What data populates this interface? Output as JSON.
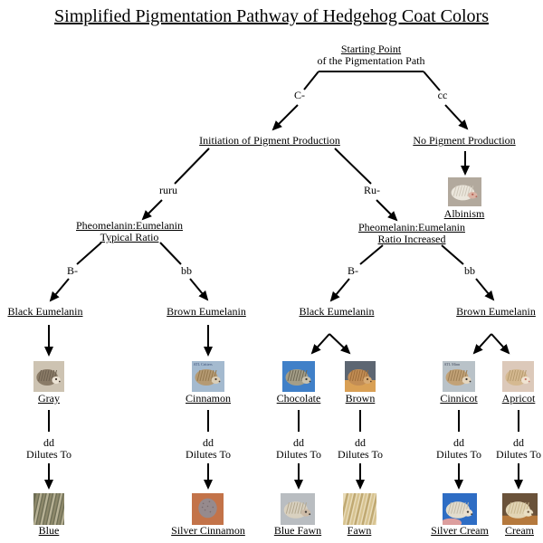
{
  "title": "Simplified Pigmentation Pathway of Hedgehog Coat Colors",
  "nodes": {
    "starting_point_line1": "Starting Point",
    "starting_point_line2": "of the Pigmentation Path",
    "gene_c": "C-",
    "gene_cc": "cc",
    "initiation": "Initiation of Pigment Production",
    "no_pigment": "No Pigment Production",
    "albinism": "Albinism",
    "gene_ruru": "ruru",
    "gene_ru": "Ru-",
    "pheo_typical_line1": "Pheomelanin:Eumelanin",
    "pheo_typical_line2": "Typical Ratio",
    "pheo_increased_line1": "Pheomelanin:Eumelanin",
    "pheo_increased_line2": "Ratio Increased",
    "gene_b_left": "B-",
    "gene_bb_left": "bb",
    "gene_b_right": "B-",
    "gene_bb_right": "bb",
    "black_eumelanin_left": "Black Eumelanin",
    "brown_eumelanin_left": "Brown Eumelanin",
    "black_eumelanin_right": "Black Eumelanin",
    "brown_eumelanin_right": "Brown Eumelanin",
    "gene_dd": "dd",
    "dilutes_to": "Dilutes To"
  },
  "coat_colors": {
    "gray": "Gray",
    "cinnamon": "Cinnamon",
    "chocolate": "Chocolate",
    "brown": "Brown",
    "cinnicot": "Cinnicot",
    "apricot": "Apricot",
    "blue": "Blue",
    "silver_cinnamon": "Silver Cinnamon",
    "blue_fawn": "Blue Fawn",
    "fawn": "Fawn",
    "silver_cream": "Silver Cream",
    "cream": "Cream"
  },
  "thumbs": {
    "albino": {
      "variant": "hedgehog",
      "bg": "#b2a99d",
      "body": "#ebe6dc",
      "quill": "#cfc8ba",
      "face": "#dbb3a4",
      "eye": "#b55f52"
    },
    "gray": {
      "variant": "hedgehog",
      "bg": "#cdc3b2",
      "body": "#8a7b67",
      "quill": "#6b5e4e",
      "face": "#ece3d4",
      "eye": "#3e322a"
    },
    "cinnamon": {
      "variant": "hedgehog",
      "bg": "#a4bacf",
      "body": "#b59a73",
      "quill": "#94794f",
      "face": "#dbceb6",
      "eye": "#503f2f",
      "watermark": "ATL Critters",
      "wmcolor": "#3a4f78"
    },
    "chocolate": {
      "variant": "hedgehog",
      "bg": "#4080c8",
      "body": "#a49e88",
      "quill": "#6e6854",
      "face": "#c9c2ae",
      "eye": "#3c382e"
    },
    "brown": {
      "variant": "hedgehog",
      "bg": "#5d6672",
      "bg2": "#d9a055",
      "split": 21,
      "body": "#c28d55",
      "quill": "#9c6c38",
      "face": "#d8ab74",
      "eye": "#5e3f22"
    },
    "cinnicot": {
      "variant": "hedgehog",
      "bg": "#b9c2c8",
      "body": "#c2a277",
      "quill": "#9d7f55",
      "face": "#e6d6bd",
      "eye": "#36302c",
      "watermark": "ATL Minn",
      "wmcolor": "#444c60"
    },
    "apricot": {
      "variant": "hedgehog",
      "bg": "#dcc9ba",
      "body": "#d5b991",
      "quill": "#b59a6e",
      "face": "#f0e3d1",
      "eye": "#c4766a"
    },
    "blue": {
      "variant": "quills",
      "bg": "#6e6e55",
      "body": "#b7b195",
      "quill": "#8d886a"
    },
    "silver_cinnamon": {
      "variant": "ball",
      "bg": "#c37349",
      "body": "#968a8d",
      "quill": "#776b6e"
    },
    "blue_fawn": {
      "variant": "hedgehog",
      "bg": "#b9bdc1",
      "body": "#d9d1c0",
      "quill": "#b3a88f",
      "face": "#cdbba7",
      "eye": "#423c38"
    },
    "fawn": {
      "variant": "quills",
      "bg": "#e9dcbb",
      "body": "#d7c390",
      "quill": "#c0a972"
    },
    "silver_cream": {
      "variant": "hedgehog",
      "bg": "#2e6dc4",
      "body": "#e2dccd",
      "quill": "#c4bca8",
      "face": "#eadfce",
      "eye": "#3c3834",
      "accent": "#dc9e9e"
    },
    "cream": {
      "variant": "hedgehog",
      "bg": "#6a523a",
      "bg2": "#b5793d",
      "split": 24,
      "body": "#e2d5b6",
      "quill": "#c9b88f",
      "face": "#eadfc4",
      "eye": "#6a5138"
    }
  },
  "colors": {
    "background": "#ffffff",
    "text": "#000000",
    "line": "#000000"
  }
}
